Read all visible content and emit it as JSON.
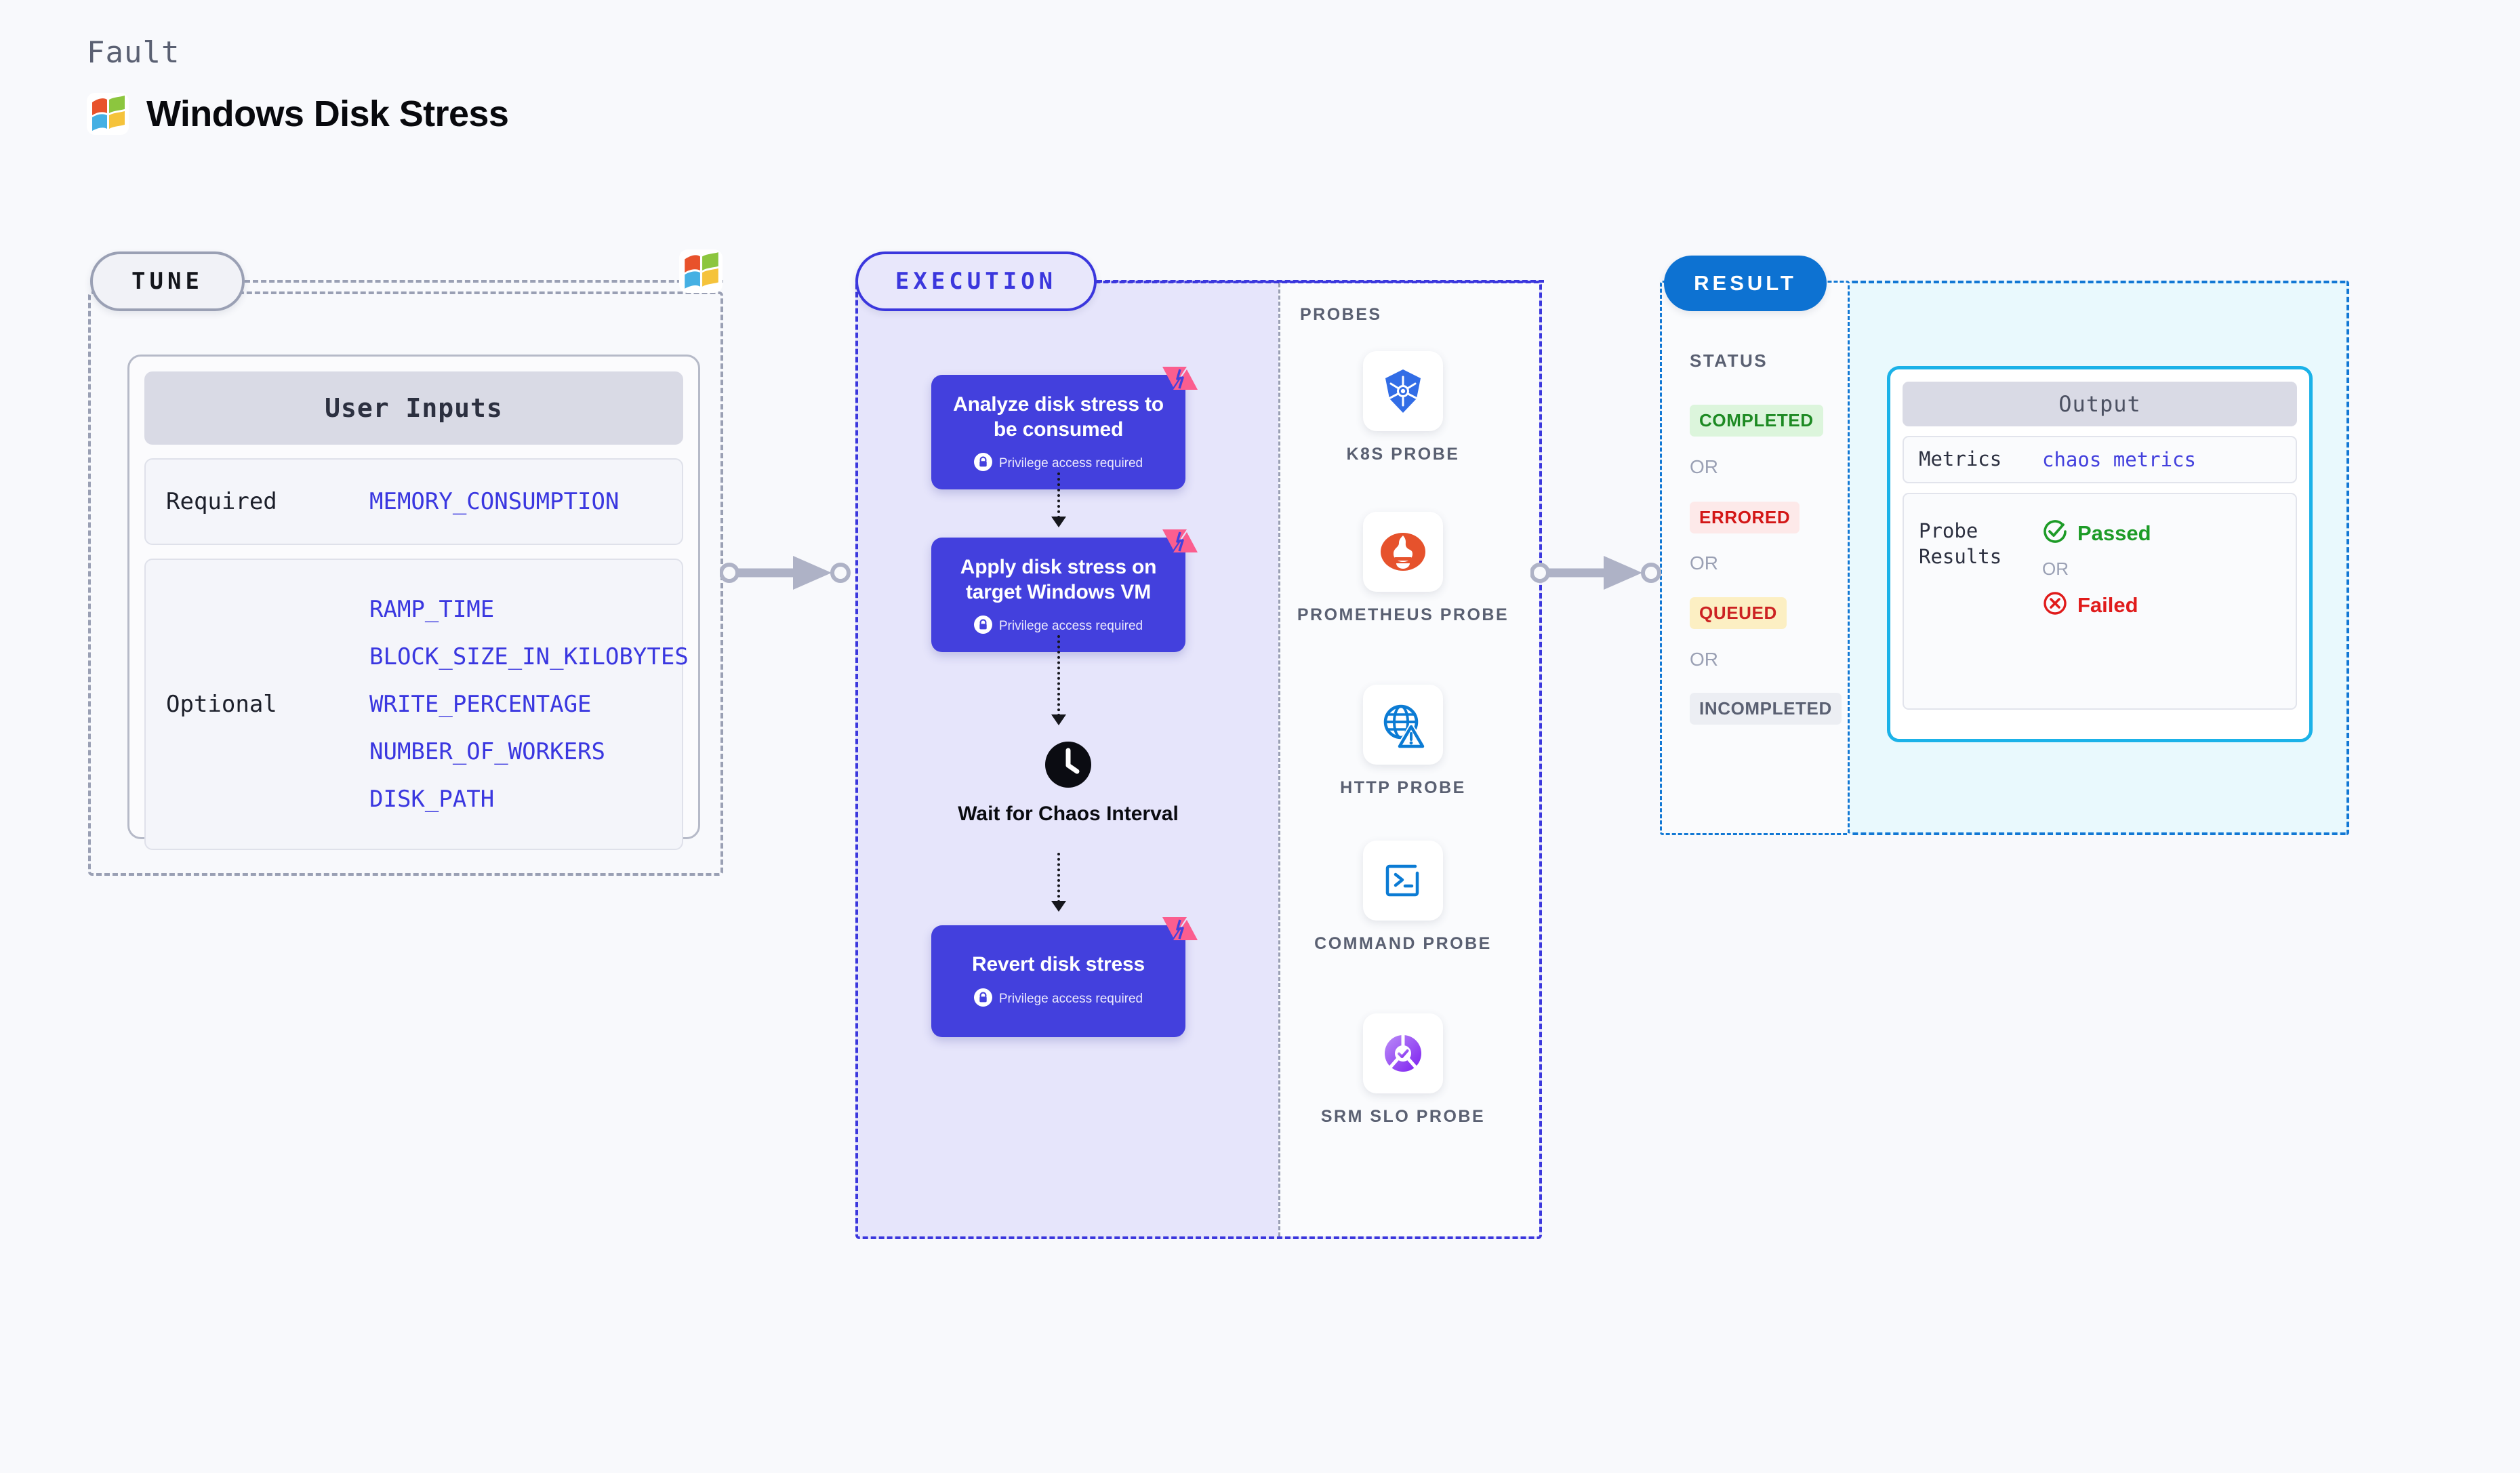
{
  "header": {
    "kicker": "Fault",
    "title": "Windows Disk Stress",
    "logo_icon": "windows-logo-icon"
  },
  "tune": {
    "pill_label": "TUNE",
    "logo_icon": "windows-logo-icon",
    "card_title": "User Inputs",
    "required": {
      "label": "Required",
      "values": [
        "MEMORY_CONSUMPTION"
      ]
    },
    "optional": {
      "label": "Optional",
      "values": [
        "RAMP_TIME",
        "BLOCK_SIZE_IN_KILOBYTES",
        "WRITE_PERCENTAGE",
        "NUMBER_OF_WORKERS",
        "DISK_PATH"
      ]
    }
  },
  "execution": {
    "pill_label": "EXECUTION",
    "privilege_text": "Privilege access required",
    "lock_icon": "lock-icon",
    "badge_icon": "litmus-chaos-icon",
    "steps": [
      {
        "title": "Analyze disk stress to be consumed",
        "privilege": "Privilege access required"
      },
      {
        "title": "Apply disk stress on target Windows VM",
        "privilege": "Privilege access required"
      },
      {
        "title": "Revert disk stress",
        "privilege": "Privilege access required"
      }
    ],
    "wait": {
      "icon": "clock-icon",
      "label": "Wait for Chaos Interval"
    },
    "probes_label": "PROBES",
    "probes": [
      {
        "name": "K8S PROBE",
        "icon": "kubernetes-icon"
      },
      {
        "name": "PROMETHEUS PROBE",
        "icon": "prometheus-icon"
      },
      {
        "name": "HTTP PROBE",
        "icon": "http-globe-warning-icon"
      },
      {
        "name": "COMMAND PROBE",
        "icon": "terminal-icon"
      },
      {
        "name": "SRM SLO PROBE",
        "icon": "srm-slo-icon"
      }
    ]
  },
  "result": {
    "pill_label": "RESULT",
    "status_label": "STATUS",
    "or_label": "OR",
    "statuses": [
      {
        "label": "COMPLETED",
        "bg": "#dcf5dc",
        "fg": "#1d8a23"
      },
      {
        "label": "ERRORED",
        "bg": "#fde9e9",
        "fg": "#d31616"
      },
      {
        "label": "QUEUED",
        "bg": "#fcefc3",
        "fg": "#cc2222"
      },
      {
        "label": "INCOMPLETED",
        "bg": "#eceef3",
        "fg": "#5a6072"
      }
    ],
    "output": {
      "title": "Output",
      "metrics_key": "Metrics",
      "metrics_value": "chaos metrics",
      "probe_key": "Probe Results",
      "passed_label": "Passed",
      "failed_label": "Failed",
      "or_label": "OR",
      "passed_icon": "check-circle-icon",
      "failed_icon": "x-circle-icon"
    }
  },
  "colors": {
    "canvas": "#f8f9fc",
    "execution_accent": "#3b37dd",
    "execution_bg": "#e6e5fb",
    "result_accent": "#1278d4",
    "result_bg": "#e9f9fd",
    "output_border": "#1bb2e8",
    "tune_accent": "#9aa0b4",
    "step_card": "#4340dd",
    "param_text": "#3a37e0",
    "litmus_pink": "#fb5e8f"
  }
}
